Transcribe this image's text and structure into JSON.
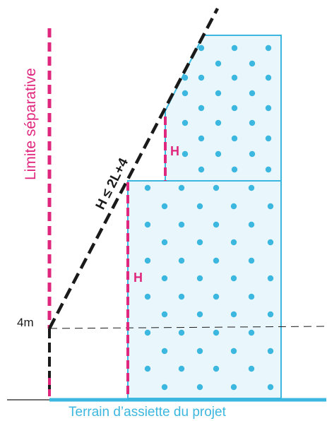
{
  "labels": {
    "limite": "Limite séparative",
    "formula": "H ≤ 2L+4",
    "h_upper": "H",
    "h_lower": "H",
    "height_4m": "4m",
    "terrain": "Terrain d’assiette du projet"
  },
  "colors": {
    "magenta": "#e0277e",
    "light_blue": "#3cb7df",
    "fill": "#e9f7fc",
    "ground_grey": "#707070",
    "black": "#1a1a1a"
  }
}
